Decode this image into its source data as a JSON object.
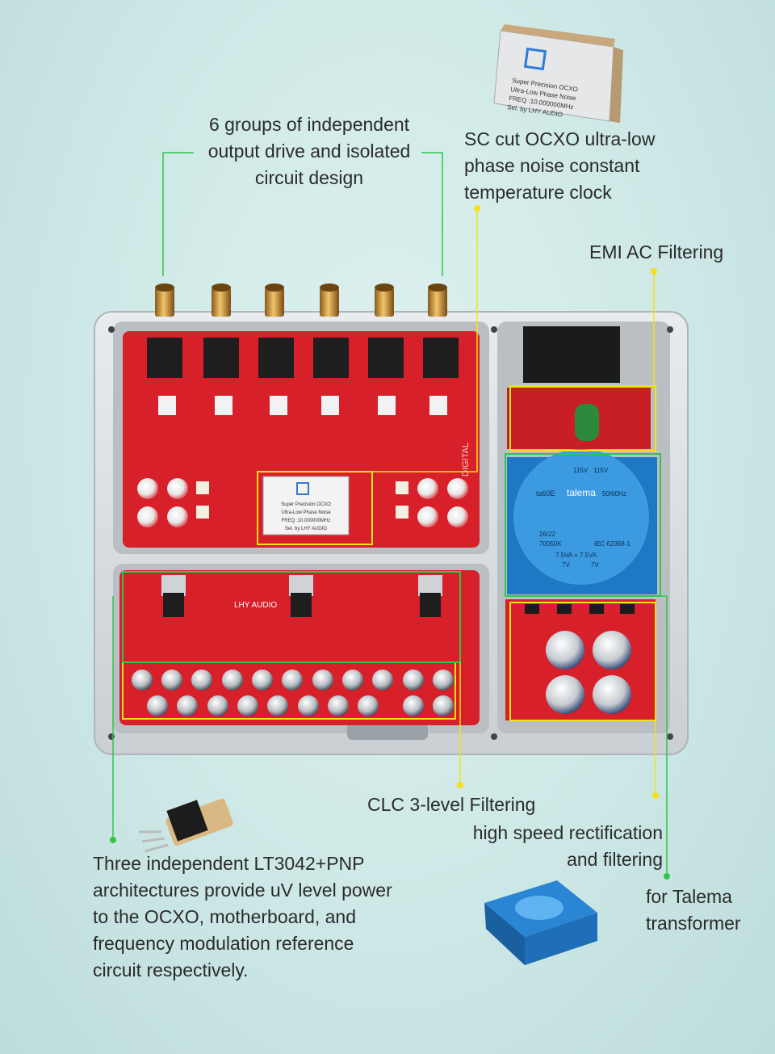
{
  "callouts": {
    "output_drive": "6 groups of independent\noutput drive and isolated\ncircuit design",
    "ocxo_clock": "SC cut OCXO ultra-low\nphase noise constant\ntemperature clock",
    "emi_filter": "EMI AC Filtering",
    "clc_filter": "CLC 3-level Filtering",
    "rectification": "high speed rectification\nand filtering",
    "talema": "for Talema\ntransformer",
    "ldo_power": "Three independent LT3042+PNP\narchitectures provide uV level power\nto the OCXO, motherboard, and\nfrequency modulation reference\ncircuit respectively."
  },
  "ocxo_module": {
    "line1": "Super Precision OCXO",
    "line2": "Ultra-Low Phase Noise",
    "line3": "FREQ :10.000000MHz",
    "line4": "Sel. by LHY AUDIO"
  },
  "board_marks": {
    "brand": "LHY AUDIO",
    "digital": "DIGITAL"
  },
  "transformer": {
    "brand": "talema",
    "v1": "115V",
    "v2": "115V",
    "model": "ta60E",
    "freq": "50/60Hz",
    "lot": "26/22",
    "part": "70050K",
    "iec": "IEC 62368-1",
    "sec": "7.5VA + 7.5VA",
    "sec_v1": "7V",
    "sec_v2": "7V"
  },
  "colors": {
    "pcb_red": "#d8202a",
    "highlight_yellow": "#f3e21a",
    "highlight_green": "#2fc64a",
    "transformer_blue": "#1e78c4"
  }
}
